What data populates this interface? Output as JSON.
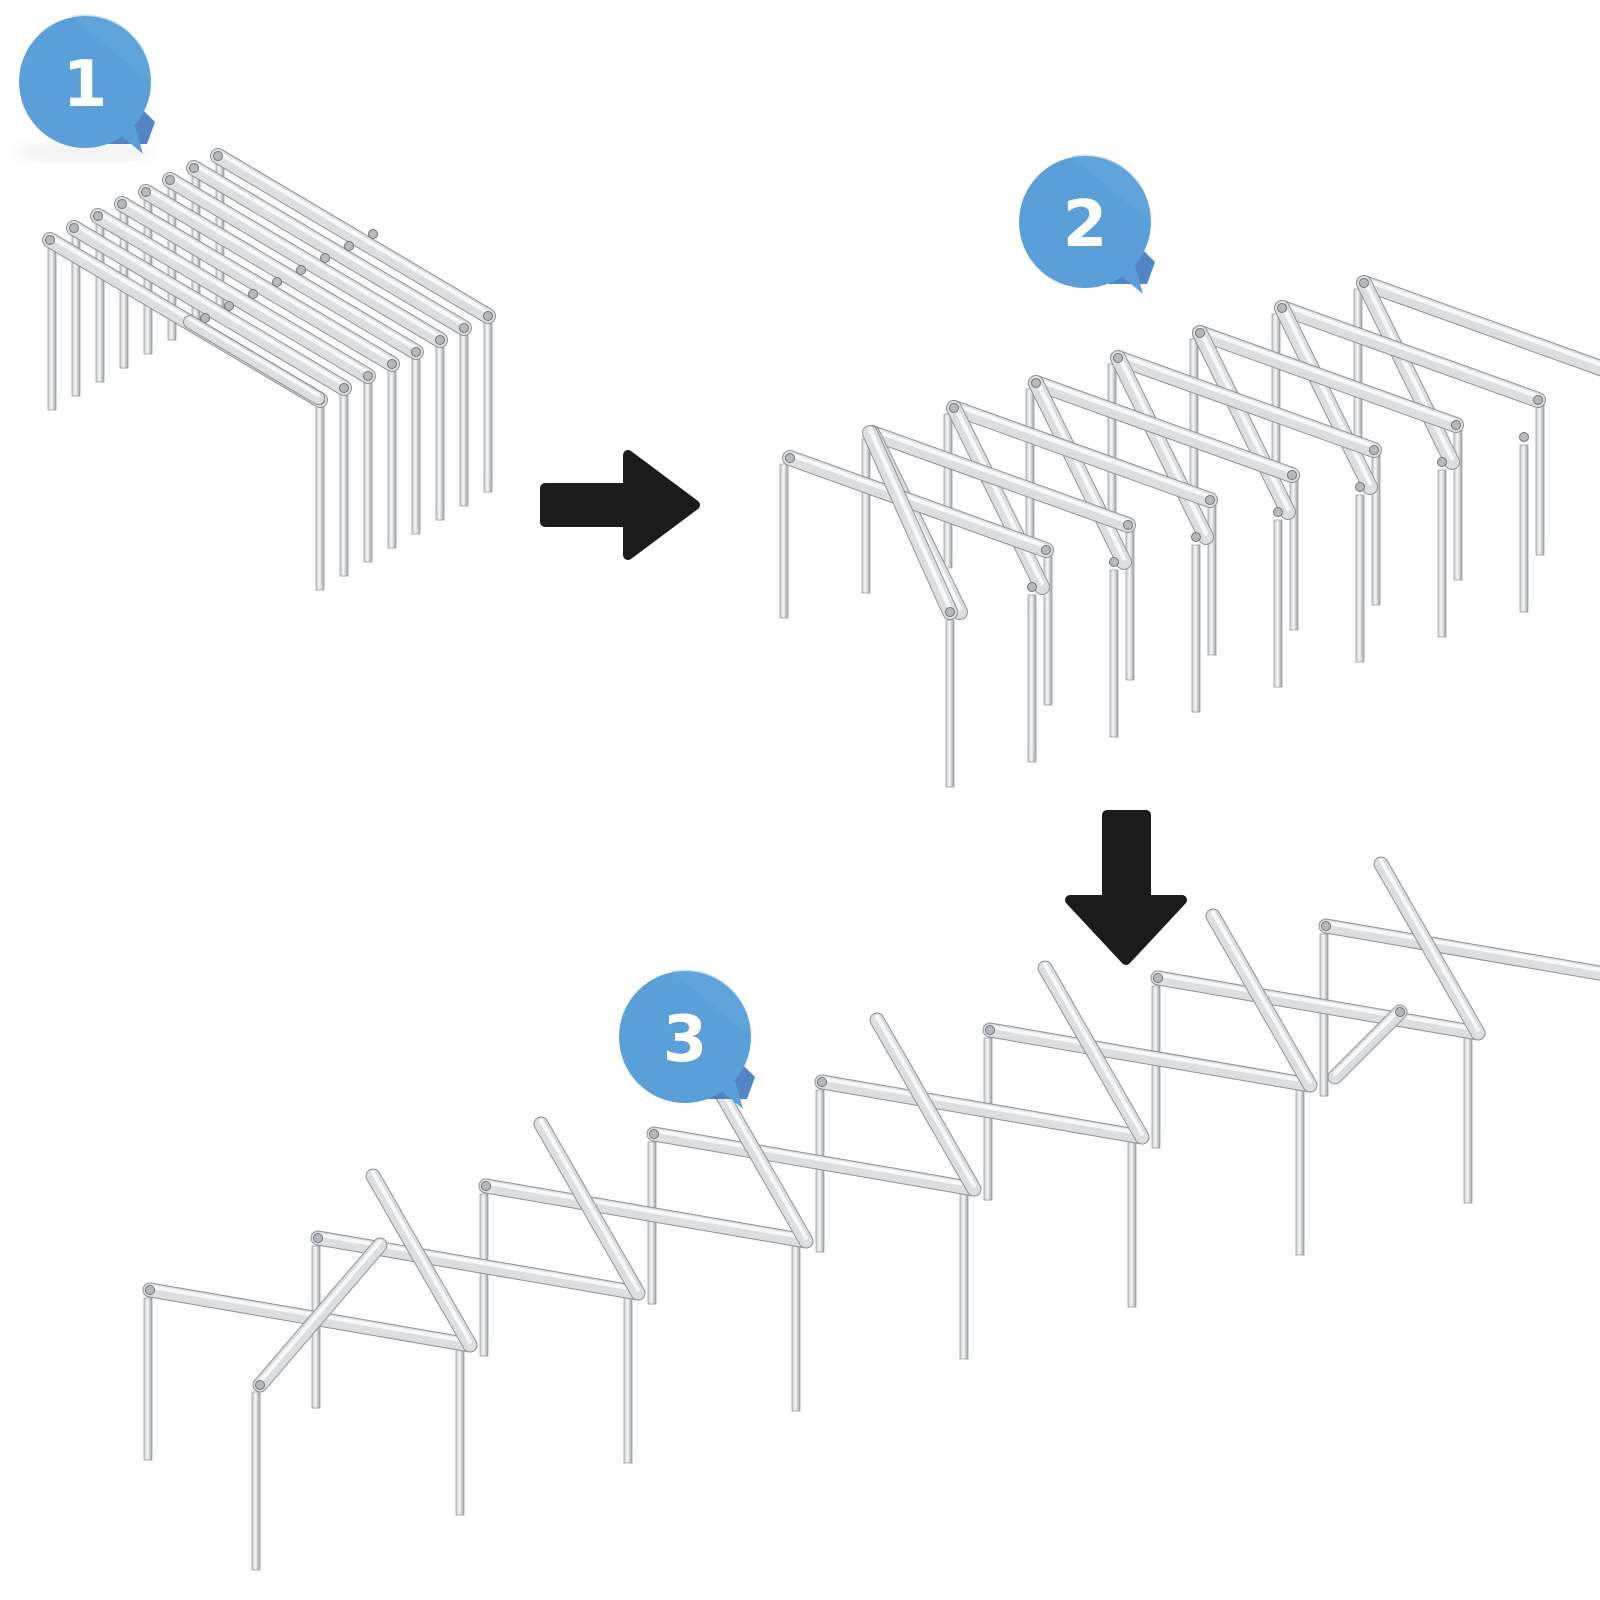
{
  "steps": [
    {
      "number": "1",
      "state": "folded"
    },
    {
      "number": "2",
      "state": "partially-expanded"
    },
    {
      "number": "3",
      "state": "fully-expanded"
    }
  ],
  "arrows": [
    "right",
    "down"
  ],
  "colors": {
    "badge": "#5b9fd9",
    "badge_shadow": "#3f78bf",
    "metal": "#d8dadc",
    "metal_edge": "#8e9296",
    "arrow": "#1b1b1b"
  },
  "icons": [
    "step-badge-icon",
    "arrow-right-icon",
    "arrow-down-icon"
  ]
}
